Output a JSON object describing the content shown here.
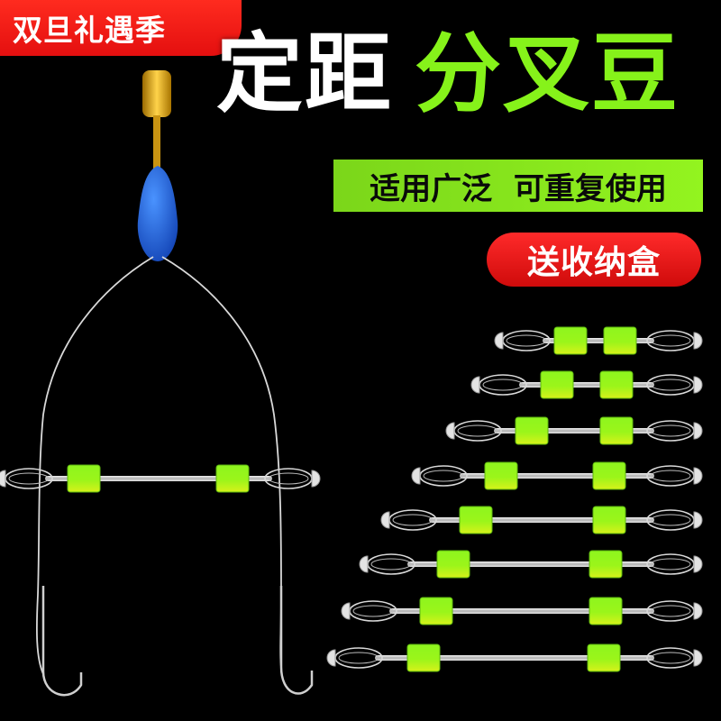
{
  "promo_badge": {
    "text": "双旦礼遇季"
  },
  "title": {
    "part1": "定距",
    "part2": "分叉豆"
  },
  "feature_banner": {
    "text": "适用广泛  可重复使用"
  },
  "gift_pill": {
    "text": "送收纳盒"
  },
  "colors": {
    "bead_green": "#8ef51e",
    "bead_yellow": "#d6f21a",
    "float_blue": "#1e63d6",
    "wire_silver": "#d9d9d9",
    "badge_red": "#ff2b1f",
    "title_green": "#86f21a"
  },
  "product_image": {
    "subject": "fishing rig spacer beads",
    "spacer_count": 8
  }
}
